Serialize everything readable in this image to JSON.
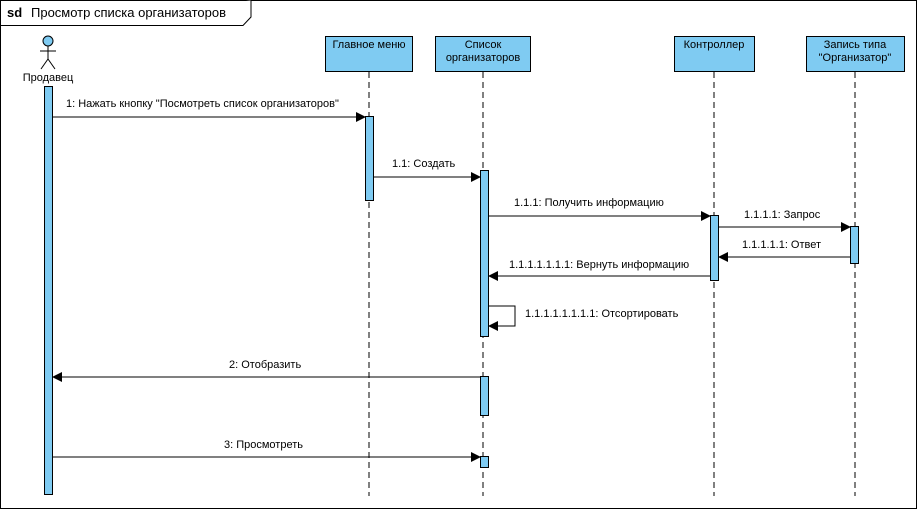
{
  "frame": {
    "keyword": "sd",
    "title": "Просмотр списка организаторов"
  },
  "actor": {
    "name": "Продавец",
    "icon": "stick-figure-icon"
  },
  "lifelines": [
    {
      "id": "main-menu",
      "lines": [
        "Главное меню"
      ]
    },
    {
      "id": "organizer-list",
      "lines": [
        "Список",
        "организаторов"
      ]
    },
    {
      "id": "controller",
      "lines": [
        "Контроллер"
      ]
    },
    {
      "id": "organizer-record",
      "lines": [
        "Запись типа",
        "\"Организатор\""
      ]
    }
  ],
  "messages": [
    {
      "id": "m1",
      "label": "1: Нажать кнопку \"Посмотреть список организаторов\""
    },
    {
      "id": "m1-1",
      "label": "1.1: Создать"
    },
    {
      "id": "m1-1-1",
      "label": "1.1.1: Получить информацию"
    },
    {
      "id": "m1-1-1-1",
      "label": "1.1.1.1: Запрос"
    },
    {
      "id": "m1-1-1-1-1",
      "label": "1.1.1.1.1: Ответ"
    },
    {
      "id": "m1-1-1-1-1-1-1",
      "label": "1.1.1.1.1.1.1: Вернуть информацию"
    },
    {
      "id": "m-sort",
      "label": "1.1.1.1.1.1.1.1: Отсортировать"
    },
    {
      "id": "m2",
      "label": "2: Отобразить"
    },
    {
      "id": "m3",
      "label": "3: Просмотреть"
    }
  ],
  "colors": {
    "box_fill": "#7fcbf2",
    "box_stroke": "#000000",
    "line": "#000000"
  }
}
